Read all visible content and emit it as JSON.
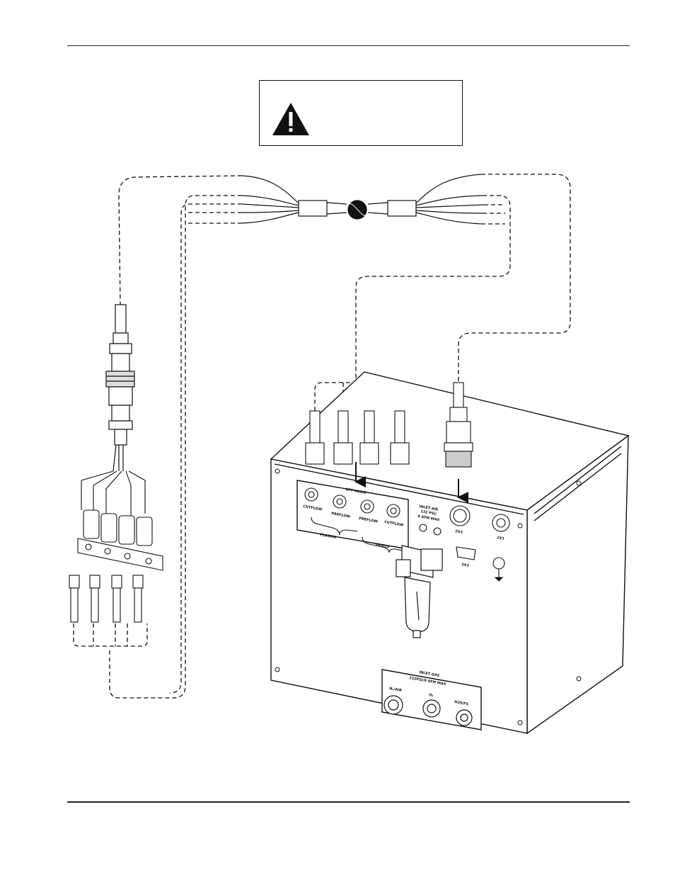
{
  "page": {
    "has_top_rule": true,
    "has_bottom_rule": true
  },
  "warning": {
    "icon": "warning-triangle-icon"
  },
  "console_labels": {
    "off_valve": "OFF-VALVE",
    "cutflow_left": "CUTFLOW",
    "preflow_left": "PREFLOW",
    "preflow_right": "PREFLOW",
    "cutflow_right": "CUTFLOW",
    "plasma": "PLASMA",
    "shield": "SHIELD",
    "inlet_air_1": "INLET AIR",
    "inlet_air_2": "132 PSI/",
    "inlet_air_3": "9 ATM MAX",
    "connector_2x3": "2X3",
    "connector_2x1": "2X1",
    "connector_2x2": "2X2",
    "inlet_gas_1": "INLET GAS",
    "inlet_gas_2": "132PSI/9 ATM MAX",
    "port_n2_air": "N₂/AIR",
    "port_o2": "O₂",
    "port_h35": "H35/F5"
  },
  "colors": {
    "line": "#111111",
    "panel": "#ffffff",
    "fill_dark": "#1a1a1a"
  }
}
